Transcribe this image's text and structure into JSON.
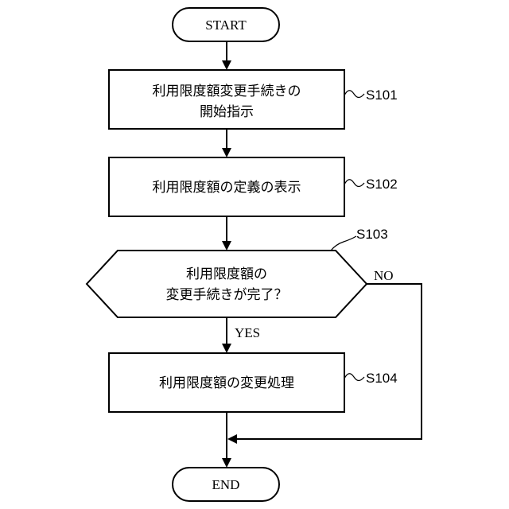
{
  "terminals": {
    "start": "START",
    "end": "END"
  },
  "steps": [
    {
      "id": "S101",
      "lines": [
        "利用限度額変更手続きの",
        "開始指示"
      ]
    },
    {
      "id": "S102",
      "lines": [
        "利用限度額の定義の表示"
      ]
    },
    {
      "id": "S103",
      "lines": [
        "利用限度額の",
        "変更手続きが完了？"
      ]
    },
    {
      "id": "S104",
      "lines": [
        "利用限度額の変更処理"
      ]
    }
  ],
  "branches": {
    "yes": "YES",
    "no": "NO"
  }
}
